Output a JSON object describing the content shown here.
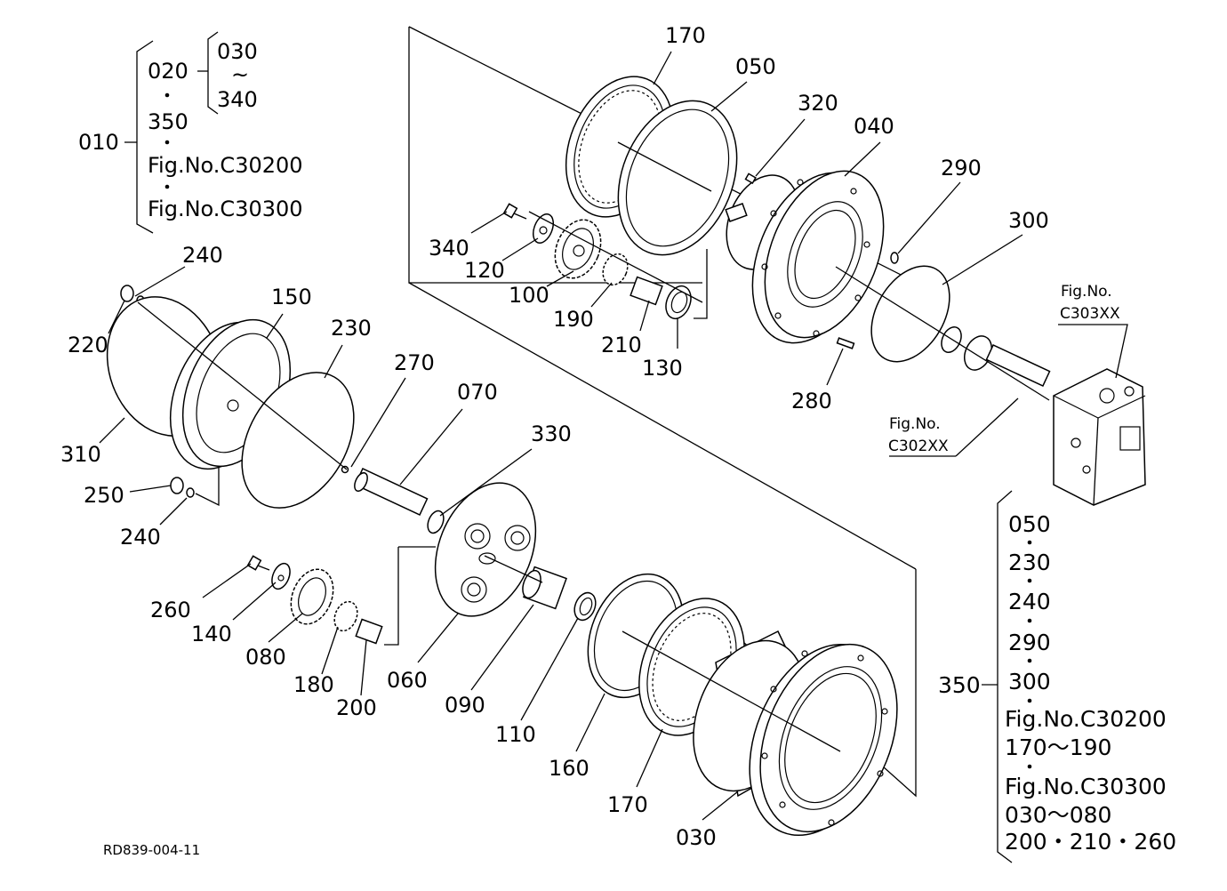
{
  "diagram": {
    "code": "RD839-004-11",
    "group_010": {
      "label": "010",
      "items": [
        "020",
        "350",
        "Fig.No.C30200",
        "Fig.No.C30300"
      ],
      "sub_020": {
        "from": "030",
        "tilde": "~",
        "to": "340"
      }
    },
    "group_350": {
      "label": "350",
      "items": [
        "050",
        "230",
        "240",
        "290",
        "300",
        "Fig.No.C30200",
        "170～190",
        "Fig.No.C30300",
        "030～080",
        "200・210・260"
      ]
    },
    "refs": [
      {
        "text": "Fig.No.",
        "sub": "C303XX"
      },
      {
        "text": "Fig.No.",
        "sub": "C302XX"
      }
    ],
    "callouts": {
      "p170a": "170",
      "p050": "050",
      "p320": "320",
      "p040": "040",
      "p290": "290",
      "p300": "300",
      "p340": "340",
      "p120": "120",
      "p100": "100",
      "p190": "190",
      "p210": "210",
      "p130": "130",
      "p280": "280",
      "p240a": "240",
      "p220": "220",
      "p150": "150",
      "p230": "230",
      "p270": "270",
      "p070": "070",
      "p330": "330",
      "p310": "310",
      "p250": "250",
      "p240b": "240",
      "p260": "260",
      "p140": "140",
      "p080": "080",
      "p180": "180",
      "p200": "200",
      "p060": "060",
      "p090": "090",
      "p110": "110",
      "p160": "160",
      "p170b": "170",
      "p030": "030"
    }
  }
}
